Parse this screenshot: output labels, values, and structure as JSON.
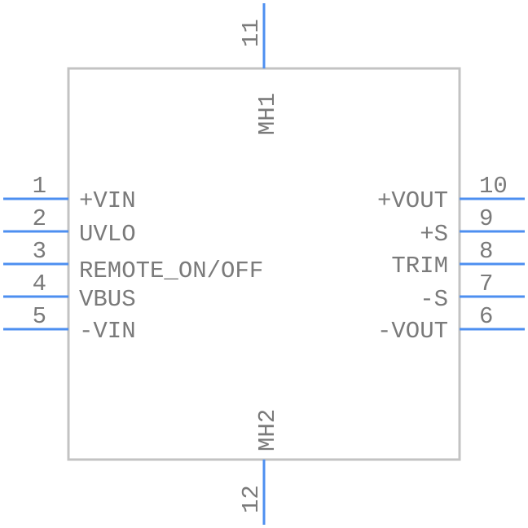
{
  "component": {
    "left_pins": [
      {
        "number": "1",
        "name": "+VIN"
      },
      {
        "number": "2",
        "name": "UVLO"
      },
      {
        "number": "3",
        "name": "REMOTE_ON/OFF"
      },
      {
        "number": "4",
        "name": "VBUS"
      },
      {
        "number": "5",
        "name": "-VIN"
      }
    ],
    "right_pins": [
      {
        "number": "10",
        "name": "+VOUT"
      },
      {
        "number": "9",
        "name": "+S"
      },
      {
        "number": "8",
        "name": "TRIM"
      },
      {
        "number": "7",
        "name": "-S"
      },
      {
        "number": "6",
        "name": "-VOUT"
      }
    ],
    "top_pin": {
      "number": "11",
      "name": "MH1"
    },
    "bottom_pin": {
      "number": "12",
      "name": "MH2"
    }
  },
  "colors": {
    "pin": "#4d8ff0",
    "outline": "#c3c3c3",
    "text": "#7a7a7a"
  }
}
